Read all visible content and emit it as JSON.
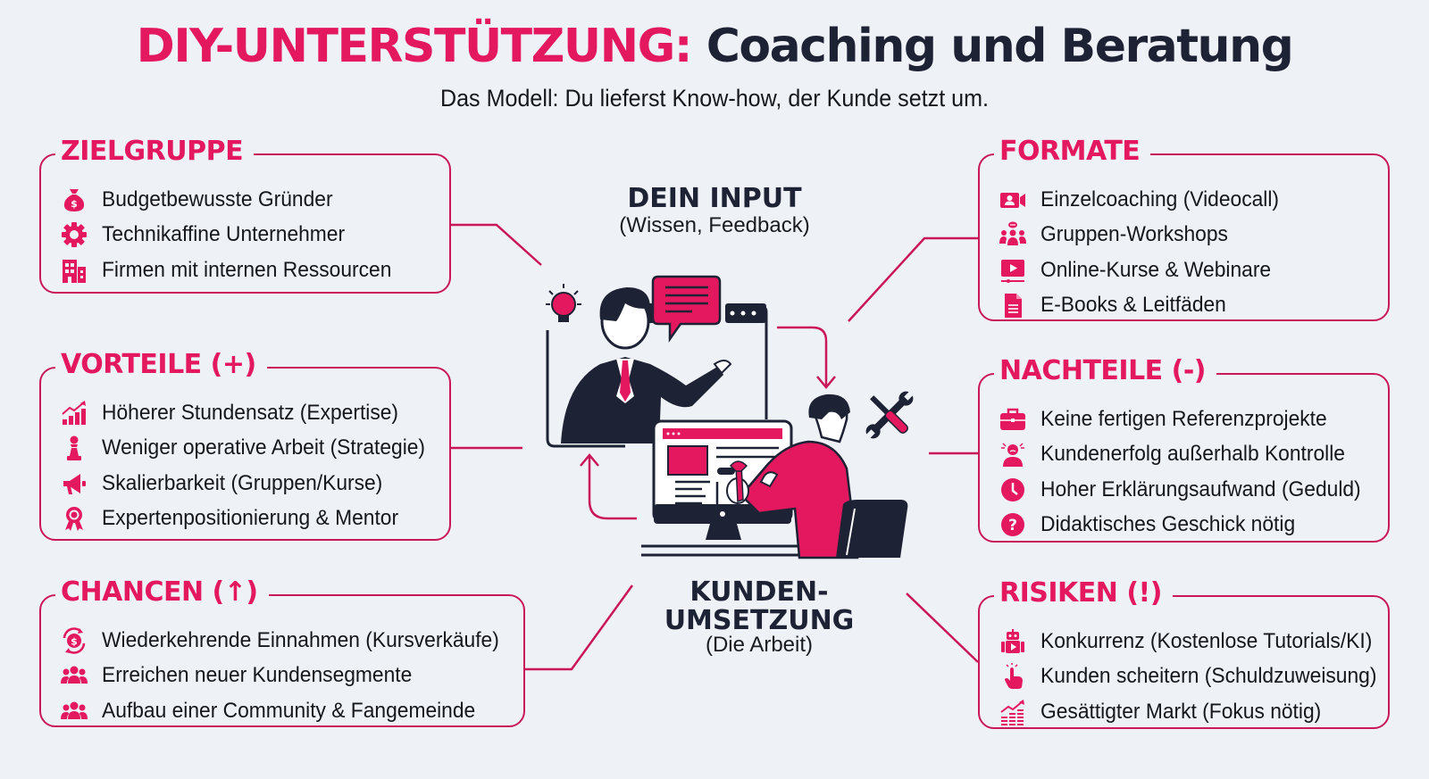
{
  "header": {
    "title_accent": "DIY-UNTERSTÜTZUNG:",
    "title_main": "Coaching und Beratung",
    "subtitle": "Das Modell: Du lieferst Know-how, der Kunde setzt um."
  },
  "colors": {
    "accent": "#e3185f",
    "border": "#c9175a",
    "dark": "#1e2235",
    "background": "#eef1f5"
  },
  "center": {
    "input_title": "DEIN INPUT",
    "input_subtitle": "(Wissen, Feedback)",
    "output_title_line1": "KUNDEN-",
    "output_title_line2": "UMSETZUNG",
    "output_subtitle": "(Die Arbeit)"
  },
  "sections": {
    "zielgruppe": {
      "title": "ZIELGRUPPE",
      "items": [
        {
          "icon": "money-bag-icon",
          "label": "Budgetbewusste Gründer"
        },
        {
          "icon": "gear-icon",
          "label": "Technikaffine Unternehmer"
        },
        {
          "icon": "building-icon",
          "label": "Firmen mit internen Ressourcen"
        }
      ]
    },
    "vorteile": {
      "title": "VORTEILE (+)",
      "items": [
        {
          "icon": "growth-chart-icon",
          "label": "Höherer Stundensatz (Expertise)"
        },
        {
          "icon": "chess-pawn-icon",
          "label": "Weniger operative Arbeit (Strategie)"
        },
        {
          "icon": "megaphone-icon",
          "label": "Skalierbarkeit (Gruppen/Kurse)"
        },
        {
          "icon": "award-ribbon-icon",
          "label": "Expertenpositionierung & Mentor"
        }
      ]
    },
    "chancen": {
      "title": "CHANCEN (↑)",
      "items": [
        {
          "icon": "recurring-money-icon",
          "label": "Wiederkehrende Einnahmen (Kursverkäufe)"
        },
        {
          "icon": "group-icon",
          "label": "Erreichen neuer Kundensegmente"
        },
        {
          "icon": "community-icon",
          "label": "Aufbau einer Community & Fangemeinde"
        }
      ]
    },
    "formate": {
      "title": "FORMATE",
      "items": [
        {
          "icon": "video-call-icon",
          "label": "Einzelcoaching (Videocall)"
        },
        {
          "icon": "workshop-group-icon",
          "label": "Gruppen-Workshops"
        },
        {
          "icon": "video-play-icon",
          "label": "Online-Kurse & Webinare"
        },
        {
          "icon": "document-icon",
          "label": "E-Books & Leitfäden"
        }
      ]
    },
    "nachteile": {
      "title": "NACHTEILE (-)",
      "items": [
        {
          "icon": "briefcase-icon",
          "label": "Keine fertigen Referenzprojekte"
        },
        {
          "icon": "stressed-person-icon",
          "label": "Kundenerfolg außerhalb Kontrolle"
        },
        {
          "icon": "clock-icon",
          "label": "Hoher Erklärungsaufwand (Geduld)"
        },
        {
          "icon": "question-icon",
          "label": "Didaktisches Geschick nötig"
        }
      ]
    },
    "risiken": {
      "title": "RISIKEN (!)",
      "items": [
        {
          "icon": "robot-icon",
          "label": "Konkurrenz (Kostenlose Tutorials/KI)"
        },
        {
          "icon": "pointing-hand-icon",
          "label": "Kunden scheitern (Schuldzuweisung)"
        },
        {
          "icon": "saturated-market-icon",
          "label": "Gesättigter Markt (Fokus nötig)"
        }
      ]
    }
  }
}
